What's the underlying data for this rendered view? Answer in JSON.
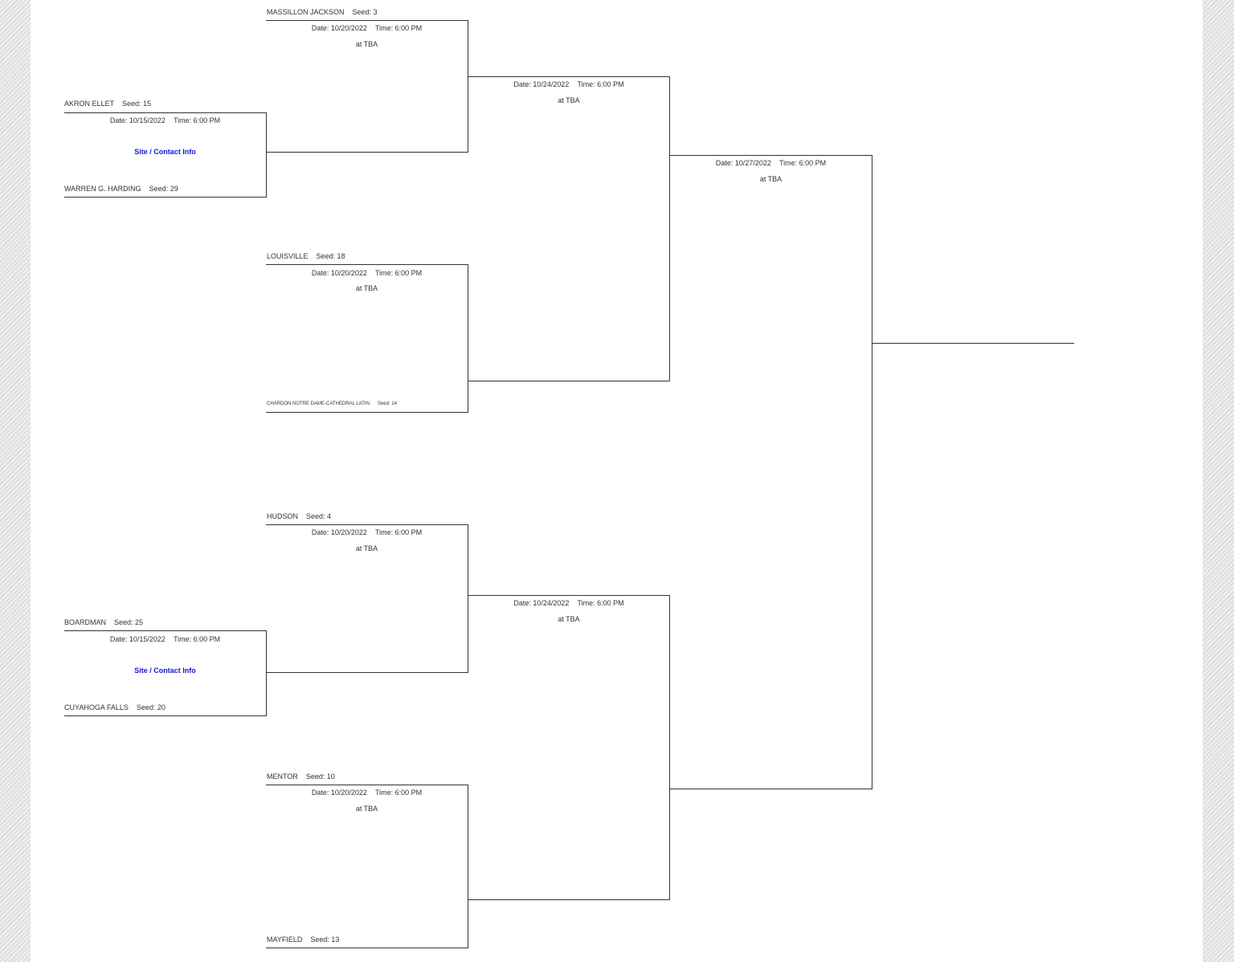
{
  "teams": {
    "massillon_jackson": {
      "name": "MASSILLON JACKSON",
      "seed": "Seed: 3"
    },
    "akron_ellet": {
      "name": "AKRON ELLET",
      "seed": "Seed: 15"
    },
    "warren_harding": {
      "name": "WARREN G. HARDING",
      "seed": "Seed: 29"
    },
    "louisville": {
      "name": "LOUISVILLE",
      "seed": "Seed: 18"
    },
    "chardon": {
      "name": "CHARDON NOTRE DAME-CATHEDRAL LATIN",
      "seed": "Seed: 14"
    },
    "hudson": {
      "name": "HUDSON",
      "seed": "Seed: 4"
    },
    "boardman": {
      "name": "BOARDMAN",
      "seed": "Seed: 25"
    },
    "cuyahoga_falls": {
      "name": "CUYAHOGA FALLS",
      "seed": "Seed: 20"
    },
    "mentor": {
      "name": "MENTOR",
      "seed": "Seed: 10"
    },
    "mayfield": {
      "name": "MAYFIELD",
      "seed": "Seed: 13"
    }
  },
  "games": {
    "r1_top": {
      "date": "Date: 10/15/2022",
      "time": "Time: 6:00 PM",
      "link": "Site / Contact Info"
    },
    "r1_bottom": {
      "date": "Date: 10/15/2022",
      "time": "Time: 6:00 PM",
      "link": "Site / Contact Info"
    },
    "r2_a": {
      "date": "Date: 10/20/2022",
      "time": "Time: 6:00 PM",
      "site": "at TBA"
    },
    "r2_b": {
      "date": "Date: 10/20/2022",
      "time": "Time: 6:00 PM",
      "site": "at TBA"
    },
    "r2_c": {
      "date": "Date: 10/20/2022",
      "time": "Time: 6:00 PM",
      "site": "at TBA"
    },
    "r2_d": {
      "date": "Date: 10/20/2022",
      "time": "Time: 6:00 PM",
      "site": "at TBA"
    },
    "r3_top": {
      "date": "Date: 10/24/2022",
      "time": "Time: 6:00 PM",
      "site": "at TBA"
    },
    "r3_bottom": {
      "date": "Date: 10/24/2022",
      "time": "Time: 6:00 PM",
      "site": "at TBA"
    },
    "r4_final": {
      "date": "Date: 10/27/2022",
      "time": "Time: 6:00 PM",
      "site": "at TBA"
    }
  }
}
